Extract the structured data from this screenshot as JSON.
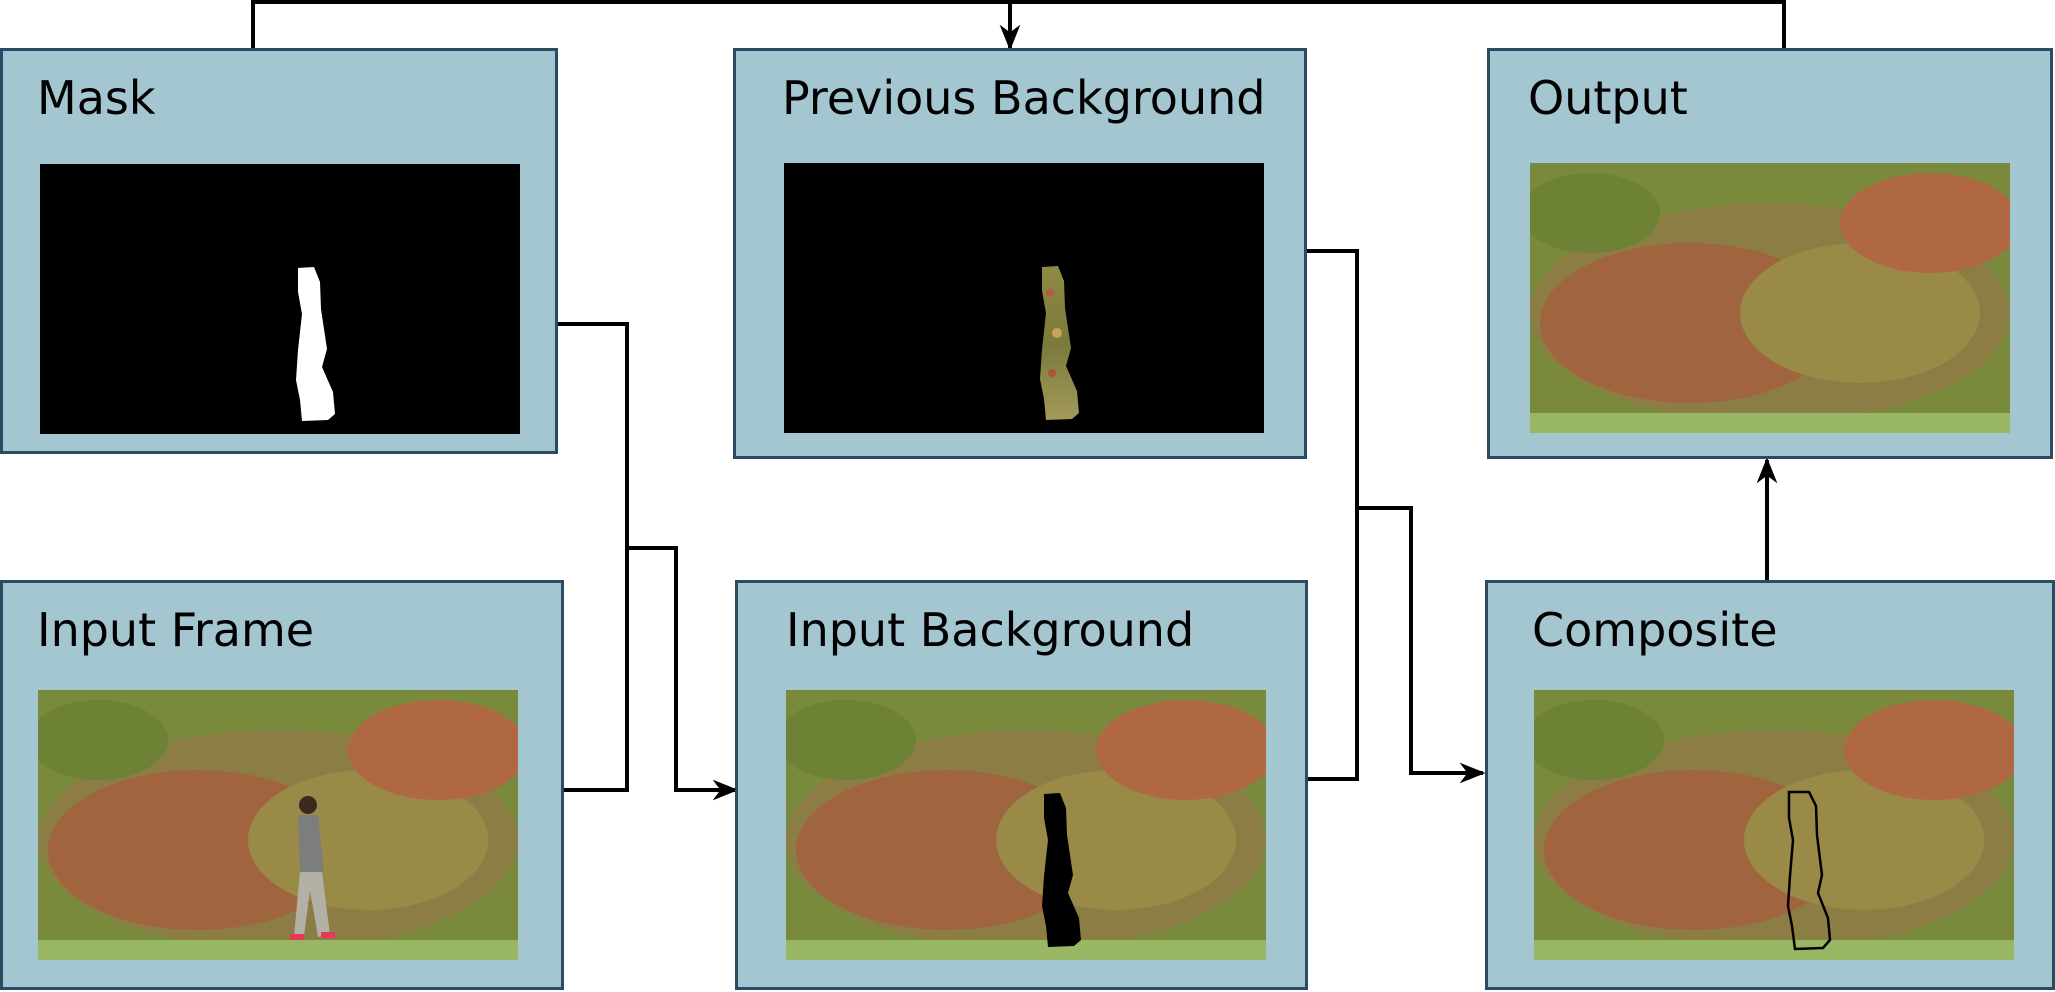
{
  "panels": {
    "mask": {
      "title": "Mask"
    },
    "previous_background": {
      "title": "Previous Background"
    },
    "output": {
      "title": "Output"
    },
    "input_frame": {
      "title": "Input Frame"
    },
    "input_background": {
      "title": "Input Background"
    },
    "composite": {
      "title": "Composite"
    }
  },
  "colors": {
    "panel_fill": "#a4c6d1",
    "panel_border": "#2b4a63",
    "connector": "#000000"
  }
}
